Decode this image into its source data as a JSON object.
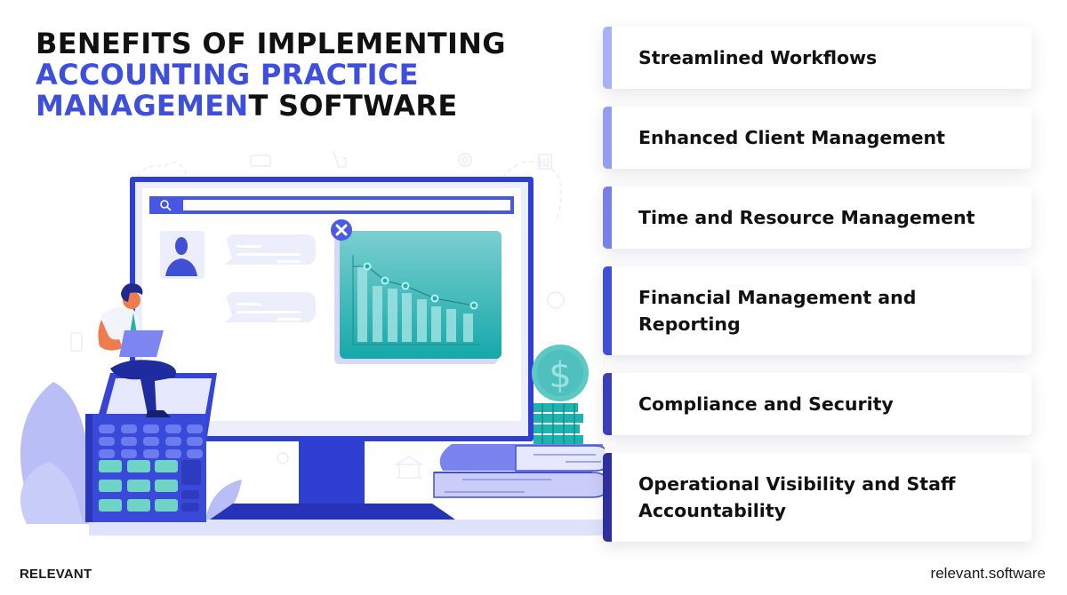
{
  "title": {
    "line1": "BENEFITS OF IMPLEMENTING",
    "line2": "ACCOUNTING PRACTICE",
    "line3_accent": "MANAGEMEN",
    "line3_rest": "T SOFTWARE"
  },
  "benefits": [
    {
      "label": "Streamlined Workflows",
      "bar_color": "#a9b0f5"
    },
    {
      "label": "Enhanced Client Management",
      "bar_color": "#959df0"
    },
    {
      "label": "Time and Resource Management",
      "bar_color": "#7680e6"
    },
    {
      "label": "Financial Management and Reporting",
      "bar_color": "#3f4fd6"
    },
    {
      "label": "Compliance and Security",
      "bar_color": "#3a3fb8"
    },
    {
      "label": "Operational Visibility and Staff Accountability",
      "bar_color": "#2e2f9c"
    }
  ],
  "footer": {
    "brand": "RELEVANT",
    "url": "relevant.software"
  },
  "colors": {
    "accent": "#3d4fdc",
    "teal": "#1fb3b0",
    "text": "#111111"
  },
  "illustration": {
    "monitor_icons": [
      "search-icon",
      "user-avatar-icon",
      "close-icon",
      "bar-chart-icon",
      "dollar-coin-icon",
      "bank-icon",
      "calculator-icon",
      "books-icon"
    ]
  }
}
